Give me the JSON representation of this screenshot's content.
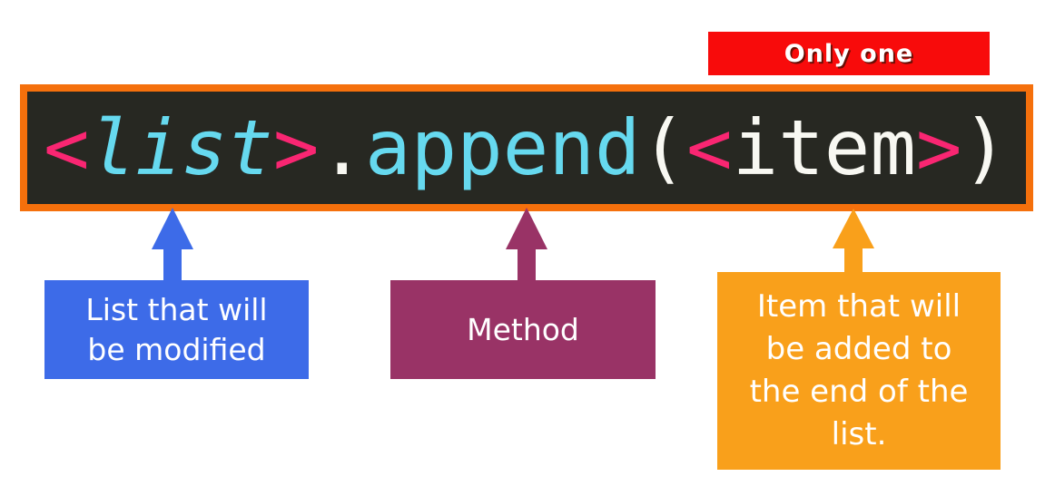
{
  "banner": {
    "text": "Only one",
    "bg_color": "#F80B0B",
    "text_color": "#FFFFFF"
  },
  "code": {
    "full_text": "<list>.append(<item>)",
    "bg_color": "#272822",
    "border_color": "#F5700C",
    "tokens": [
      {
        "text": "<",
        "color": "#F92672",
        "italic": false
      },
      {
        "text": "list",
        "color": "#66D9EF",
        "italic": true
      },
      {
        "text": ">",
        "color": "#F92672",
        "italic": false
      },
      {
        "text": ".",
        "color": "#F8F8F2",
        "italic": false
      },
      {
        "text": "append",
        "color": "#66D9EF",
        "italic": false
      },
      {
        "text": "(",
        "color": "#F8F8F2",
        "italic": false
      },
      {
        "text": "<",
        "color": "#F92672",
        "italic": false
      },
      {
        "text": "item",
        "color": "#F8F8F2",
        "italic": false
      },
      {
        "text": ">",
        "color": "#F92672",
        "italic": false
      },
      {
        "text": ")",
        "color": "#F8F8F2",
        "italic": false
      }
    ]
  },
  "labels": {
    "list": {
      "text": "List that will\nbe modified",
      "color": "#3D6BE8"
    },
    "method": {
      "text": "Method",
      "color": "#993366"
    },
    "item": {
      "text": "Item that will\nbe added to\nthe end of the\nlist.",
      "color": "#F9A01B"
    }
  },
  "palette": {
    "banner_bg": "#F80B0B",
    "code_bg": "#272822",
    "code_border": "#F5700C",
    "blue": "#3D6BE8",
    "purple": "#993366",
    "orange": "#F9A01B",
    "pink": "#F92672",
    "cyan": "#66D9EF",
    "cream": "#F8F8F2"
  }
}
